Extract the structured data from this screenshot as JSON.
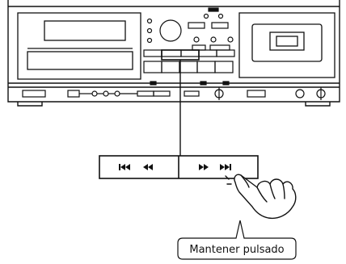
{
  "device": {
    "name": "CD / cassette deck front panel",
    "icons": [
      "cd-tray",
      "cd-display",
      "volume-knob",
      "cassette-window",
      "headphone-jack",
      "level-knob"
    ]
  },
  "zoom_buttons": [
    {
      "name": "rewind-skip-back",
      "glyphs": [
        "skip-back-icon",
        "rewind-icon"
      ]
    },
    {
      "name": "fast-forward-skip-ahead",
      "glyphs": [
        "fast-forward-icon",
        "skip-forward-icon"
      ]
    }
  ],
  "callout": {
    "label": "Mantener pulsado"
  },
  "colors": {
    "line": "#111111",
    "background": "#ffffff"
  }
}
